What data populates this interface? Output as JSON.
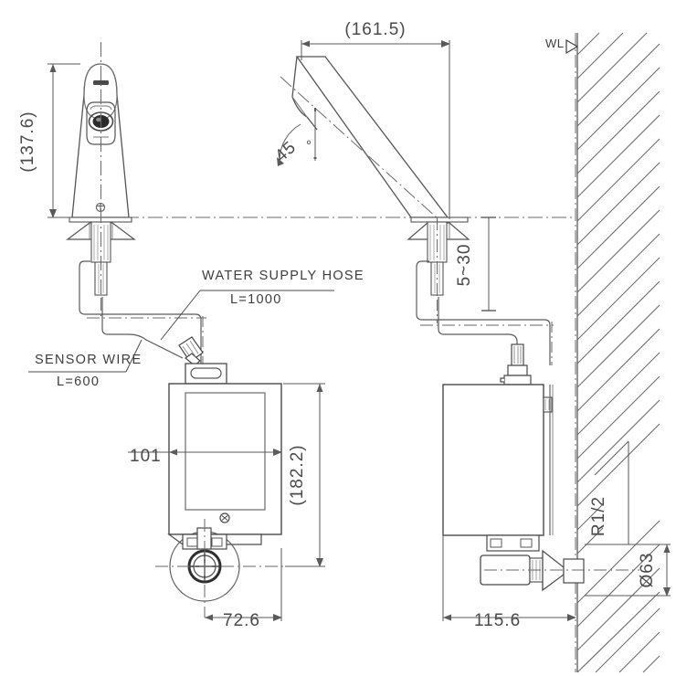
{
  "drawing": {
    "type": "engineering-drawing",
    "subject": "Sensor faucet with wall-mounted control box",
    "views": [
      {
        "name": "front-view",
        "position": "left"
      },
      {
        "name": "side-view",
        "position": "right"
      }
    ]
  },
  "dimensions": {
    "faucet_height": "(137.6)",
    "spout_reach": "(161.5)",
    "spout_angle": "45",
    "angle_unit": "°",
    "deck_thickness": "5~30",
    "box_width": "101",
    "box_height": "(182.2)",
    "valve_offset": "72.6",
    "wall_to_front": "115.6",
    "thread_size": "R1/2",
    "flange_diameter": "Ø63"
  },
  "labels": {
    "water_hose_name": "WATER SUPPLY HOSE",
    "water_hose_length": "L=1000",
    "sensor_wire_name": "SENSOR WIRE",
    "sensor_wire_length": "L=600",
    "water_level_mark": "WL"
  },
  "colors": {
    "line": "#5a5a5a",
    "line_dark": "#3d3d3d",
    "text": "#4a4a4a",
    "hatch": "#6b6b6b",
    "background": "#ffffff"
  }
}
